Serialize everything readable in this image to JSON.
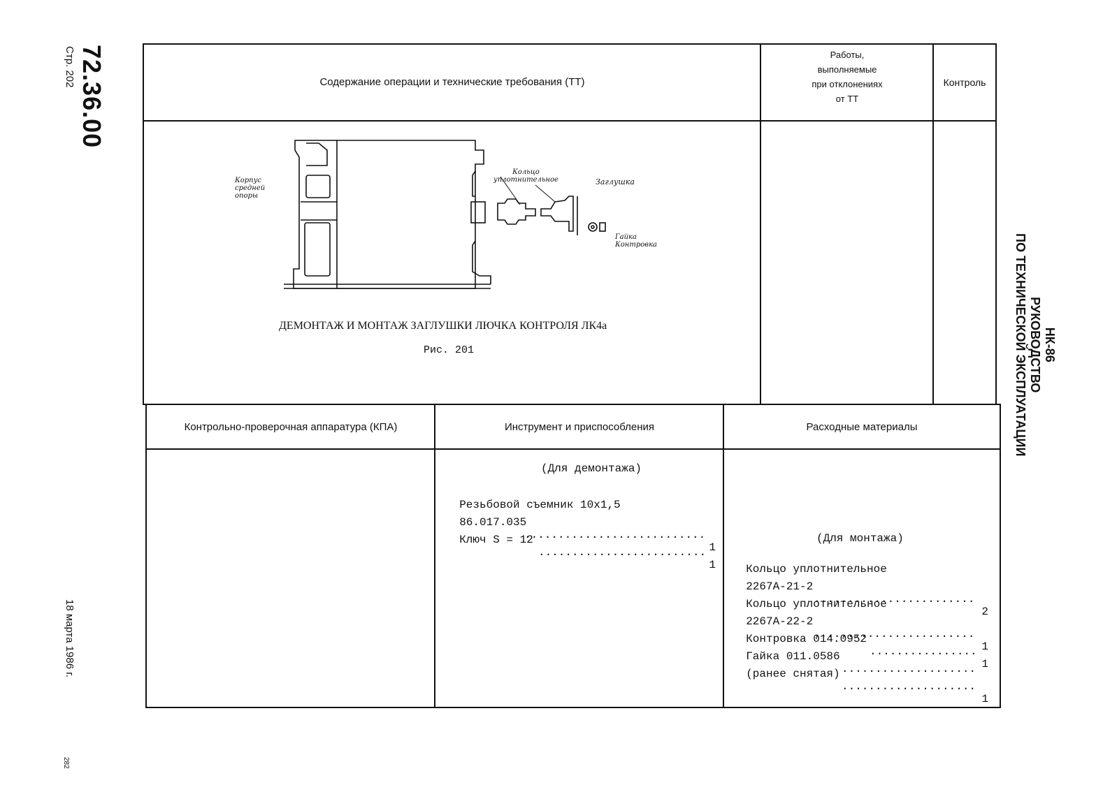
{
  "margin": {
    "doc_code": "72.36.00",
    "page": "Стр. 202",
    "date": "18 марта 1986 г.",
    "sheet": "282"
  },
  "side_title": {
    "line1": "НК-86",
    "line2": "РУКОВОДСТВО",
    "line3": "ПО ТЕХНИЧЕСКОЙ ЭКСПЛУАТАЦИИ"
  },
  "header": {
    "content": "Содержание операции и технические требования (ТТ)",
    "works": [
      "Работы,",
      "выполняемые",
      "при отклонениях",
      "от ТТ"
    ],
    "control": "Контроль"
  },
  "figure": {
    "labels": {
      "housing": [
        "Корпус",
        "средней",
        "опоры"
      ],
      "ring": [
        "Кольцо",
        "уплотнительное"
      ],
      "plug": "Заглушка",
      "nut": [
        "Гайка",
        "Контровка"
      ]
    },
    "title": "ДЕМОНТАЖ И МОНТАЖ ЗАГЛУШКИ ЛЮЧКА КОНТРОЛЯ ЛК4а",
    "number": "Рис. 201"
  },
  "lower_header": {
    "kpa": "Контрольно-проверочная аппаратура (КПА)",
    "tools": "Инструмент и приспособления",
    "materials": "Расходные материалы"
  },
  "tools": {
    "heading": "(Для демонтажа)",
    "items": [
      {
        "text": "Резьбовой съемник 10х1,5",
        "qty": ""
      },
      {
        "text": "86.017.035",
        "qty": "1"
      },
      {
        "text": "Ключ S = 12",
        "qty": "1"
      }
    ]
  },
  "materials": {
    "heading": "(Для монтажа)",
    "items": [
      {
        "text": "Кольцо уплотнительное",
        "qty": ""
      },
      {
        "text": "2267А-21-2",
        "qty": "2"
      },
      {
        "text": "Кольцо уплотнительное",
        "qty": ""
      },
      {
        "text": "2267А-22-2",
        "qty": "1"
      },
      {
        "text": "Контровка 014.0952",
        "qty": "1"
      },
      {
        "text": "Гайка 011.0586",
        "qty": ""
      },
      {
        "text": "(ранее снятая)",
        "qty": "1"
      }
    ]
  }
}
